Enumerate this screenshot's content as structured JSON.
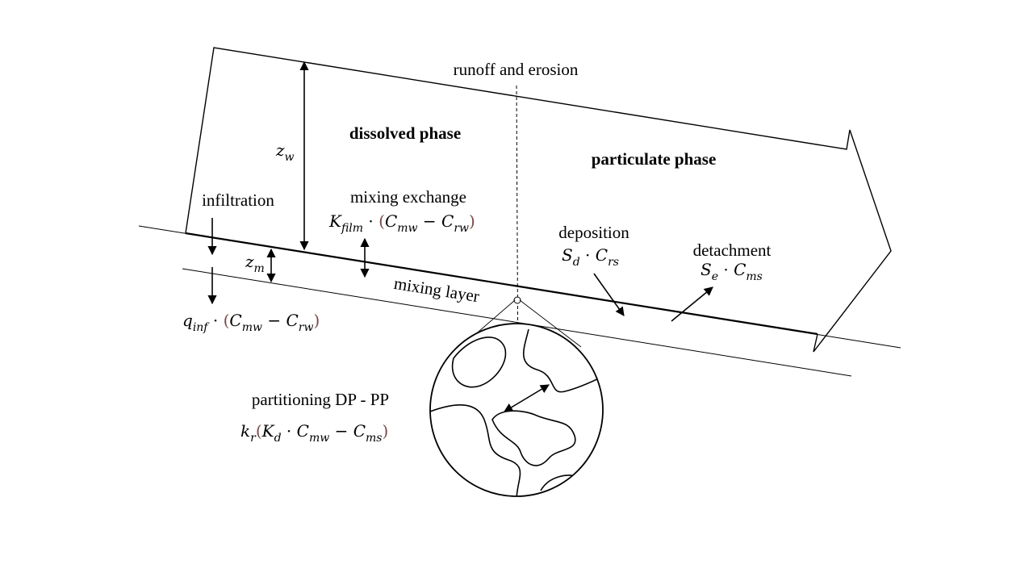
{
  "labels": {
    "runoff": "runoff and erosion",
    "dissolved": "dissolved phase",
    "particulate": "particulate phase",
    "infiltration": "infiltration",
    "mixing_exchange": "mixing exchange",
    "deposition": "deposition",
    "detachment": "detachment",
    "mixing_layer": "mixing layer",
    "partitioning": "partitioning DP - PP"
  },
  "symbols": {
    "zw_main": "z",
    "zw_sub": "w",
    "zm_main": "z",
    "zm_sub": "m"
  },
  "equations": {
    "kfilm": {
      "k": "K",
      "k_sub": "film",
      "op": " · ",
      "lp": "(",
      "a": "C",
      "a_sub": "mw",
      "minus": " − ",
      "b": "C",
      "b_sub": "rw",
      "rp": ")"
    },
    "qinf": {
      "k": "q",
      "k_sub": "inf",
      "op": " · ",
      "lp": "(",
      "a": "C",
      "a_sub": "mw",
      "minus": " − ",
      "b": "C",
      "b_sub": "rw",
      "rp": ")"
    },
    "sd": {
      "a": "S",
      "a_sub": "d",
      "op": " · ",
      "b": "C",
      "b_sub": "rs"
    },
    "se": {
      "a": "S",
      "a_sub": "e",
      "op": " · ",
      "b": "C",
      "b_sub": "ms"
    },
    "kr": {
      "k": "k",
      "k_sub": "r",
      "lp": "(",
      "a": "K",
      "a_sub": "d",
      "op": " · ",
      "b": "C",
      "b_sub": "mw",
      "minus": " − ",
      "c": "C",
      "c_sub": "ms",
      "rp": ")"
    }
  },
  "colors": {
    "line": "#000000",
    "paren": "#7a4a4a"
  }
}
